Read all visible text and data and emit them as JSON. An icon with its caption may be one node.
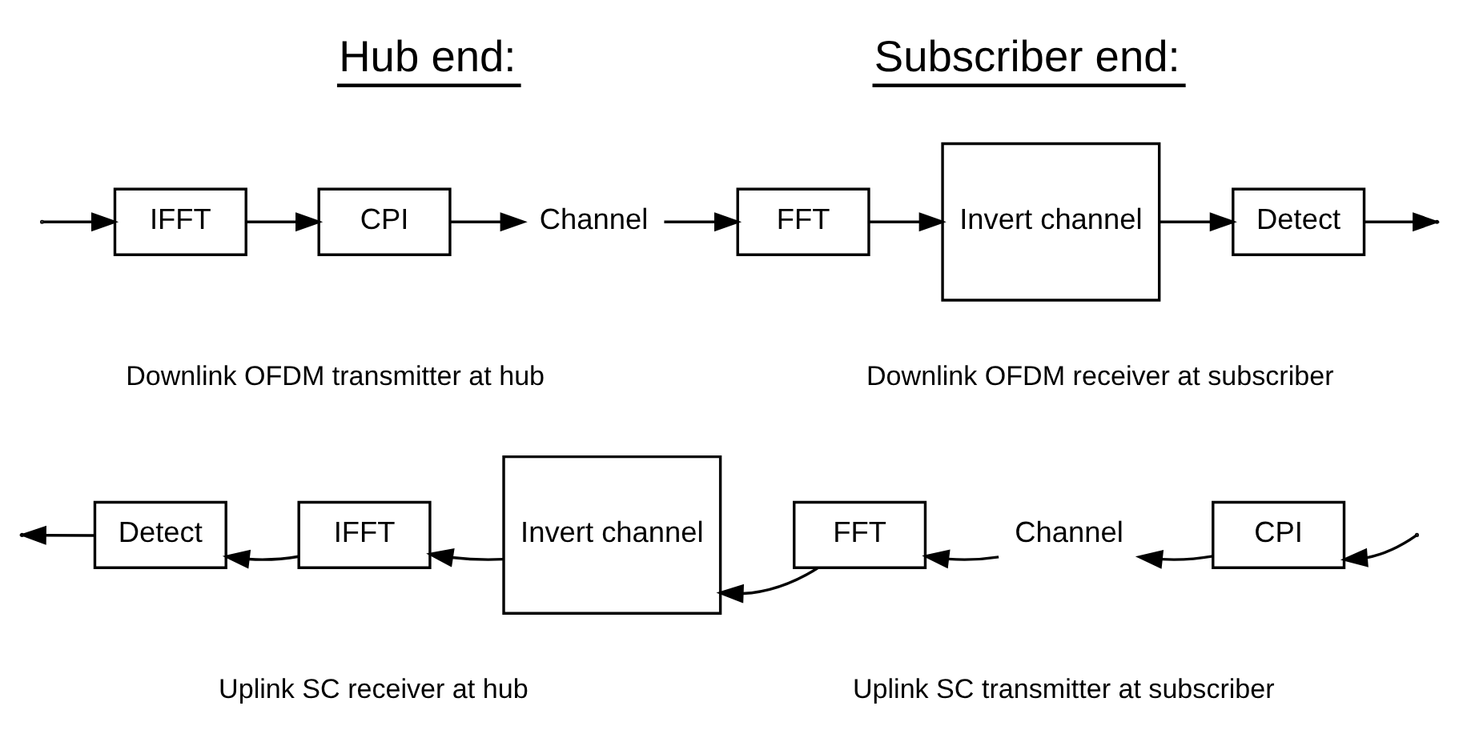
{
  "diagram": {
    "nodes": [
      {
        "text": [
          "IFFT"
        ]
      },
      {
        "text": [
          "CPI"
        ]
      },
      {
        "text": [
          "Channel"
        ]
      },
      {
        "text": [
          "FFT"
        ]
      },
      {
        "text": [
          "Invert channel"
        ]
      },
      {
        "text": [
          "Detect"
        ]
      },
      {
        "text": [
          "Detect"
        ]
      },
      {
        "text": [
          "IFFT"
        ]
      },
      {
        "text": [
          "Invert channel"
        ]
      },
      {
        "text": [
          "FFT"
        ]
      },
      {
        "text": [
          "Channel"
        ]
      },
      {
        "text": [
          "CPI"
        ]
      }
    ],
    "edges": [
      {
        "from": null,
        "to": 0,
        "arrow": "to"
      },
      {
        "from": 0,
        "to": 1,
        "arrow": "to"
      },
      {
        "from": 1,
        "to": 2,
        "arrow": "to"
      },
      {
        "from": 2,
        "to": 3,
        "arrow": "to"
      },
      {
        "from": 3,
        "to": 4,
        "arrow": "to"
      },
      {
        "from": 4,
        "to": 5,
        "arrow": "to"
      },
      {
        "from": 5,
        "to": null,
        "arrow": "to"
      },
      {
        "from": null,
        "to": 11,
        "arrow": "to"
      },
      {
        "from": 11,
        "to": 10,
        "arrow": "to"
      },
      {
        "from": 10,
        "to": 9,
        "arrow": "to"
      },
      {
        "from": 9,
        "to": 8,
        "arrow": "to"
      },
      {
        "from": 8,
        "to": 7,
        "arrow": "to"
      },
      {
        "from": 7,
        "to": 6,
        "arrow": "to"
      },
      {
        "from": 6,
        "to": null,
        "arrow": "to"
      }
    ],
    "labels": [
      "Hub end:",
      "Subscriber end:",
      "Downlink OFDM transmitter at hub",
      "Downlink OFDM receiver at subscriber",
      "Uplink SC receiver at hub",
      "Uplink SC transmitter at subscriber"
    ]
  }
}
